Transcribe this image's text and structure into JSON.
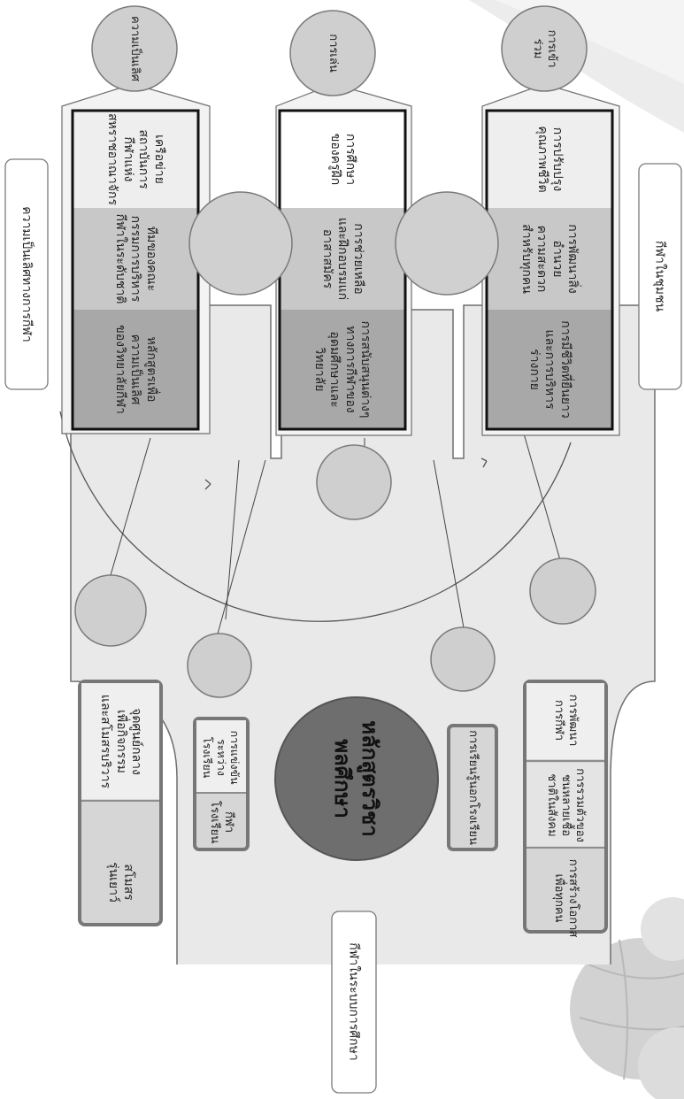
{
  "colors": {
    "panel_fill": "#e9e9e9",
    "dark_cell": "#a8a8a8",
    "mid_cell": "#c8c8c8",
    "light_cell": "#eeeeee",
    "circle_fill": "#cfcfcf",
    "center_fill": "#6e6e6e",
    "frame_stroke": "#6f6f6f"
  },
  "central": {
    "label": "หลักสูตรวิชา\nพลศึกษา"
  },
  "side_labels": {
    "excellence": "ความเป็นเลิศทางการกีฬา",
    "community": "กีฬาในชุมชน",
    "education": "กีฬาในระบบการศึกษา"
  },
  "top_circles": {
    "excellence": "ความเป็นเลิศ",
    "play": "การเล่น",
    "participation": "การเข้า\nร่วม"
  },
  "top_grid": [
    [
      "หลักสูตรเพื่อ\nความเป็นเลิศ\nของวิทยาลัยกีฬา",
      "ทีมของคณะ\nกรรมการบริหาร\nกีฬาในระดับชาติ",
      "เครือข่าย\nสถาบันการ\nกีฬาแห่ง\nสหราชอาณาจักร"
    ],
    [
      "การสนับสนุนต่างๆ\nทางการกีฬาของ\nอุดมศึกษาและ\nวิทยาลัย",
      "การช่วยเหลือ\nและฝึกอบรมแก่\nอาสาสมัคร",
      "การศึกษา\nของครูฝึก"
    ],
    [
      "การมีชีวิตที่ยืนยาว\nและการบริหาร\nร่างกาย",
      "การพัฒนาสิ่งอำนวย\nความสะดวก\nสำหรับทุกคน",
      "การปรับปรุง\nคุณภาพชีวิต"
    ]
  ],
  "lower_left_box": [
    "สโมสร\nรุ่นเยาว์",
    "จุดศูนย์กลาง\nเพื่อกิจกรรม\nและสโมสรบริวาร"
  ],
  "school_sport_box": [
    "กีฬา\nโรงเรียน",
    "การแข่งขัน\nระหว่างโรงเรียน"
  ],
  "outside_school_box": [
    "การเรียนรู้นอกโรงเรียน"
  ],
  "lower_right_box": [
    "การสร้างโอกาส\nเพื่อทุกคน",
    "การรวมตัวของ\nชนหลายเชื้อ\nชาติในสังคม",
    "การพัฒนา\nการกีฬา"
  ]
}
